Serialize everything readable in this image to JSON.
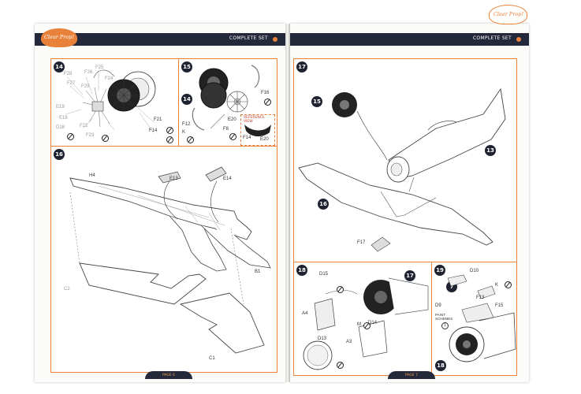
{
  "header": {
    "left_title": "COMPLETE SET",
    "right_title": "COMPLETE SET"
  },
  "logo": {
    "text": "Clear Prop!",
    "color": "#e8823a"
  },
  "footers": {
    "left": "PAGE 6",
    "right": "PAGE 7"
  },
  "colors": {
    "accent": "#e8823a",
    "header_bg": "#24283b",
    "step_badge": "#1f2230"
  },
  "steps": {
    "s14": {
      "number": "14",
      "labels": [
        "F28",
        "F27",
        "F26",
        "F25",
        "F24",
        "F29",
        "E19",
        "E18",
        "D18",
        "F22",
        "F23",
        "F21",
        "F14"
      ]
    },
    "s15": {
      "number": "15",
      "sub_badge": "14",
      "labels": [
        "F16",
        "E20",
        "F8",
        "F12",
        "K"
      ],
      "reference": {
        "title": "REFERENCE VIEW",
        "labels": [
          "F14",
          "E20"
        ]
      }
    },
    "s16": {
      "number": "16",
      "labels": [
        "H4",
        "E13",
        "E14",
        "B1",
        "C2",
        "C1"
      ]
    },
    "s17": {
      "number": "17",
      "badges": [
        "15",
        "13",
        "16"
      ],
      "labels": [
        "F17"
      ]
    },
    "s18": {
      "number": "18",
      "badge": "17",
      "labels": [
        "D15",
        "A4",
        "D14",
        "A3",
        "D13",
        "M"
      ]
    },
    "s19": {
      "number": "19",
      "badges": [
        "7",
        "18"
      ],
      "labels": [
        "D10",
        "F13",
        "F15",
        "D9",
        "K"
      ],
      "paint_note": "PAINT SCHEMES",
      "paint_ref": "1"
    }
  }
}
